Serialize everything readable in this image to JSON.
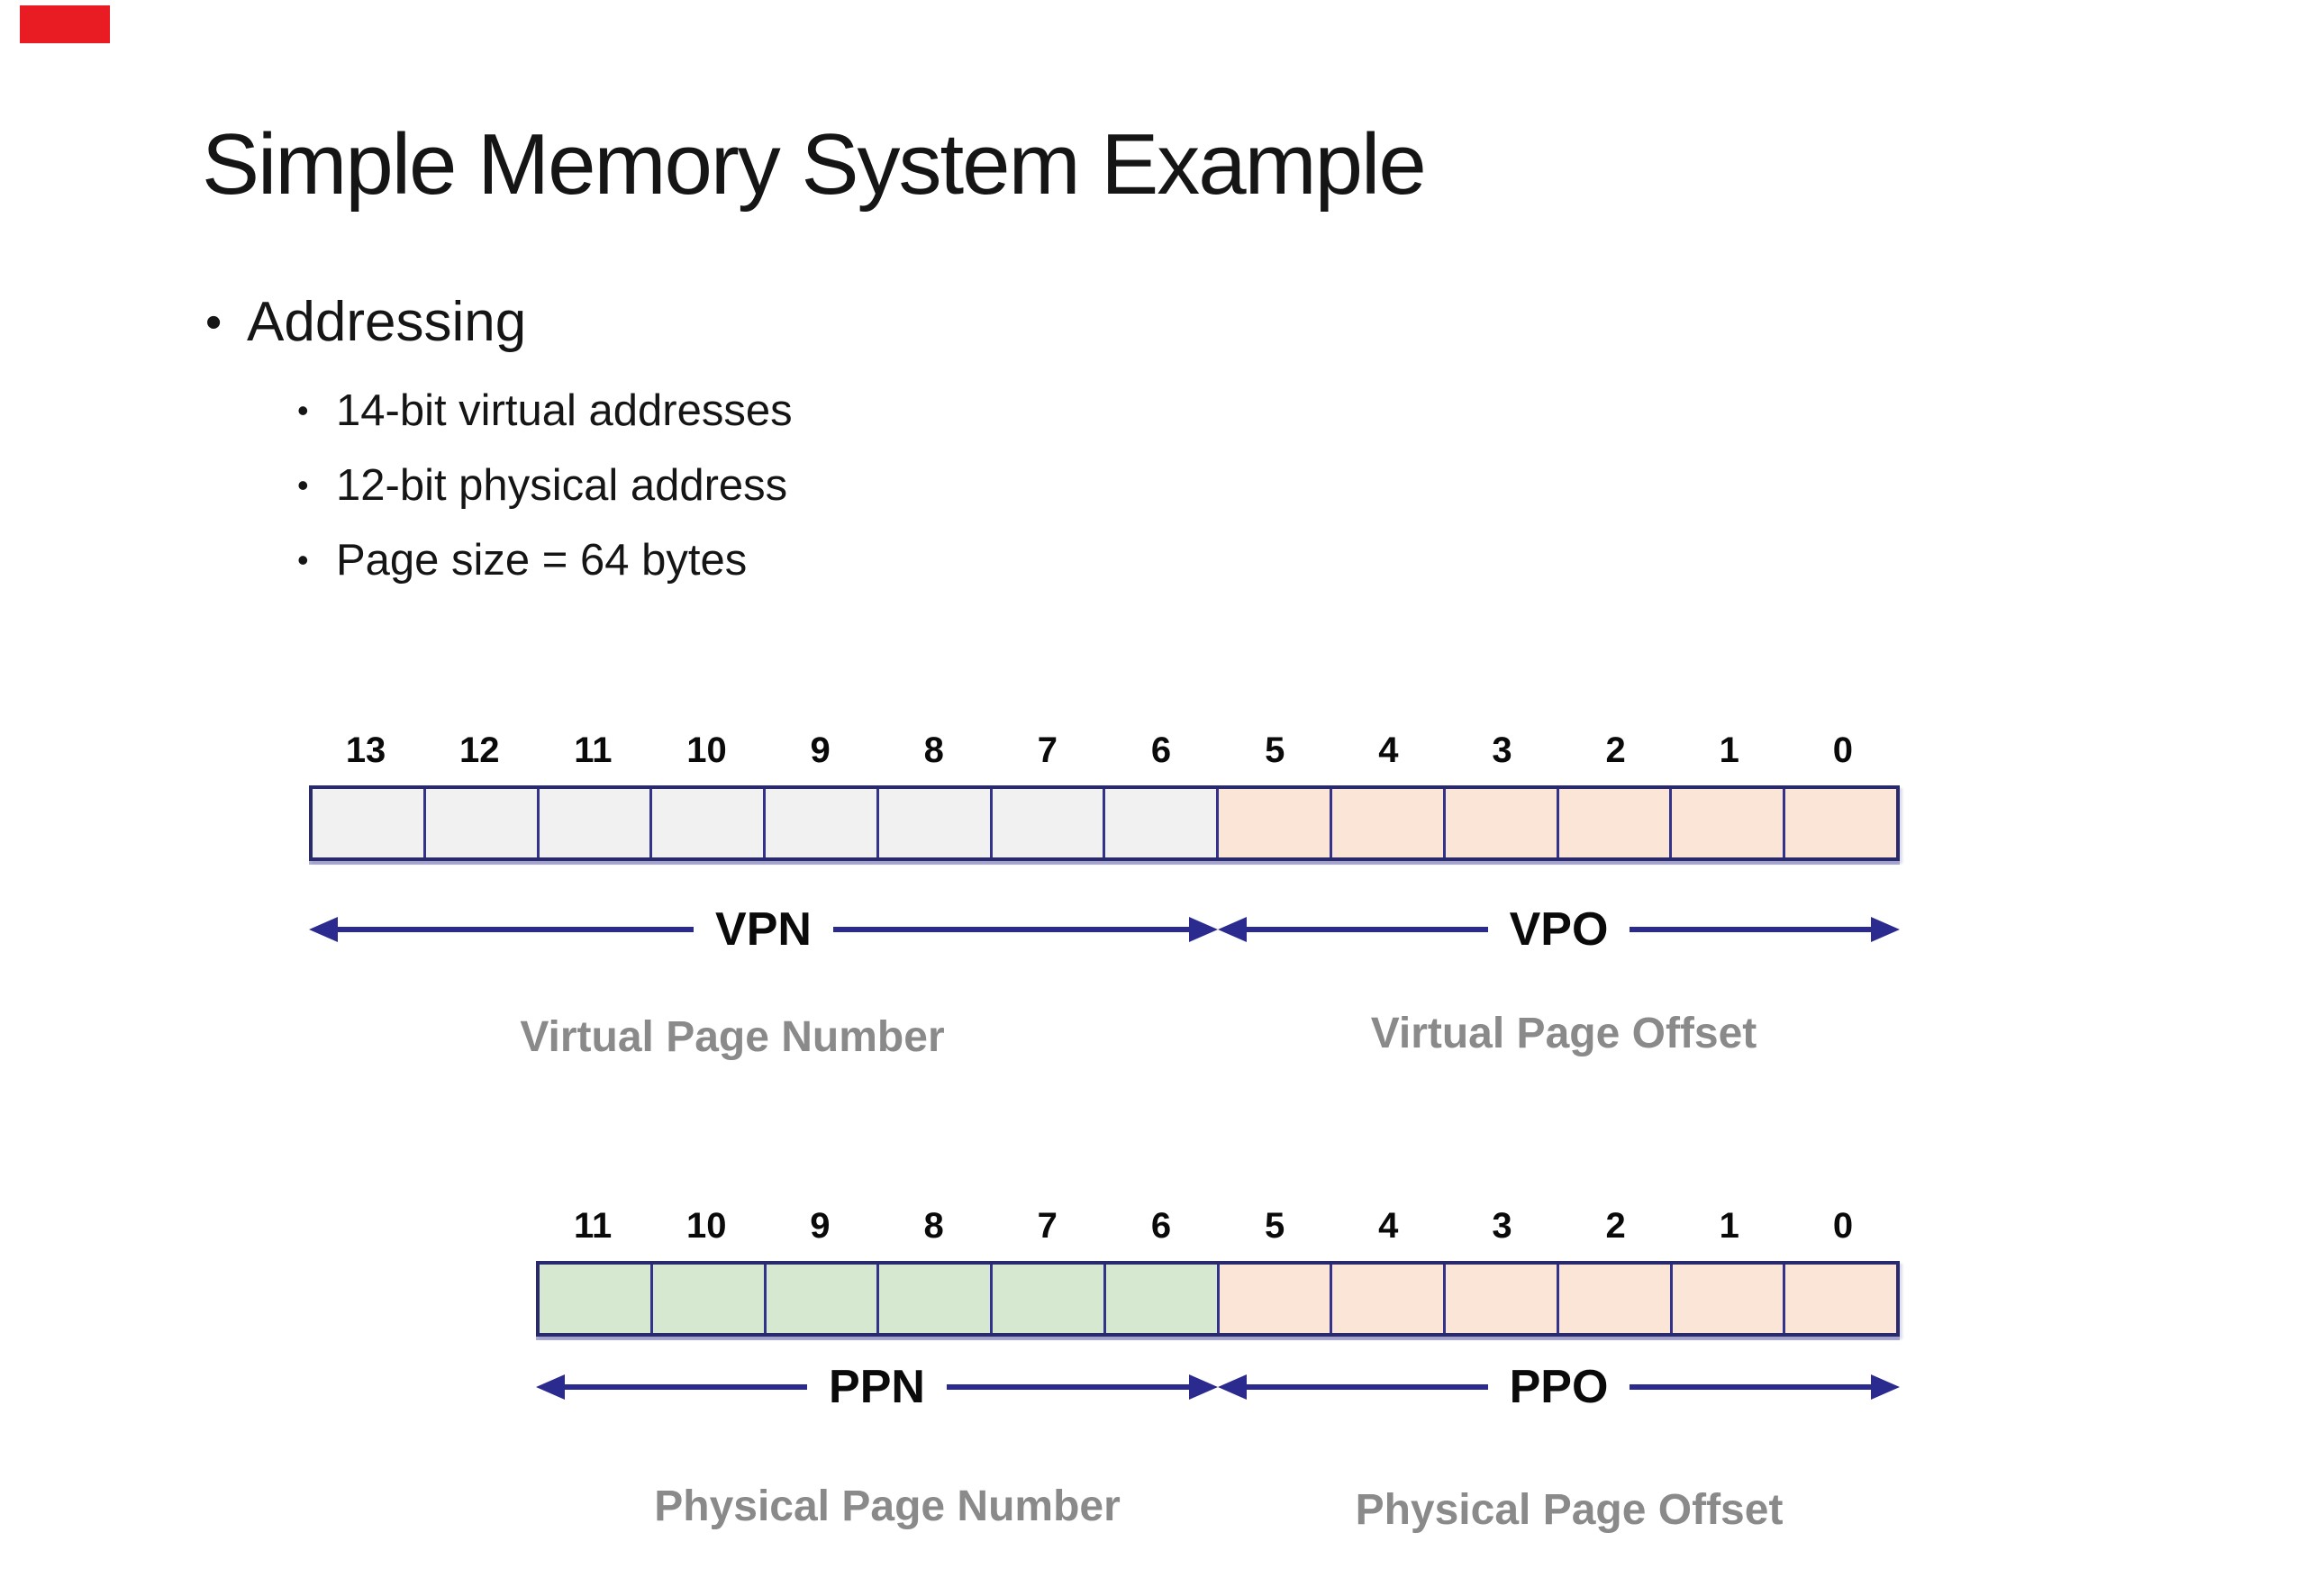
{
  "slide": {
    "title": "Simple Memory System Example",
    "bullet": "Addressing",
    "sub_bullets": [
      "14-bit virtual addresses",
      "12-bit physical address",
      "Page size = 64 bytes"
    ]
  },
  "virtual_address_diagram": {
    "bit_labels": [
      "13",
      "12",
      "11",
      "10",
      "9",
      "8",
      "7",
      "6",
      "5",
      "4",
      "3",
      "2",
      "1",
      "0"
    ],
    "vpn_bit_count": 8,
    "field_left": {
      "abbr": "VPN",
      "caption": "Virtual Page Number"
    },
    "field_right": {
      "abbr": "VPO",
      "caption": "Virtual Page Offset"
    }
  },
  "physical_address_diagram": {
    "bit_labels": [
      "11",
      "10",
      "9",
      "8",
      "7",
      "6",
      "5",
      "4",
      "3",
      "2",
      "1",
      "0"
    ],
    "ppn_bit_count": 6,
    "field_left": {
      "abbr": "PPN",
      "caption": "Physical Page Number"
    },
    "field_right": {
      "abbr": "PPO",
      "caption": "Physical Page Offset"
    }
  },
  "colors": {
    "border": "#29296e",
    "separator": "#33338c",
    "arrow": "#2b2b8f",
    "cell_gray": "#f1f1f1",
    "cell_peach": "#fbe5d6",
    "cell_green": "#d7e8d0",
    "caption_text": "#8a8a8a",
    "body_text": "#151515",
    "red_marker": "#e91c23"
  }
}
